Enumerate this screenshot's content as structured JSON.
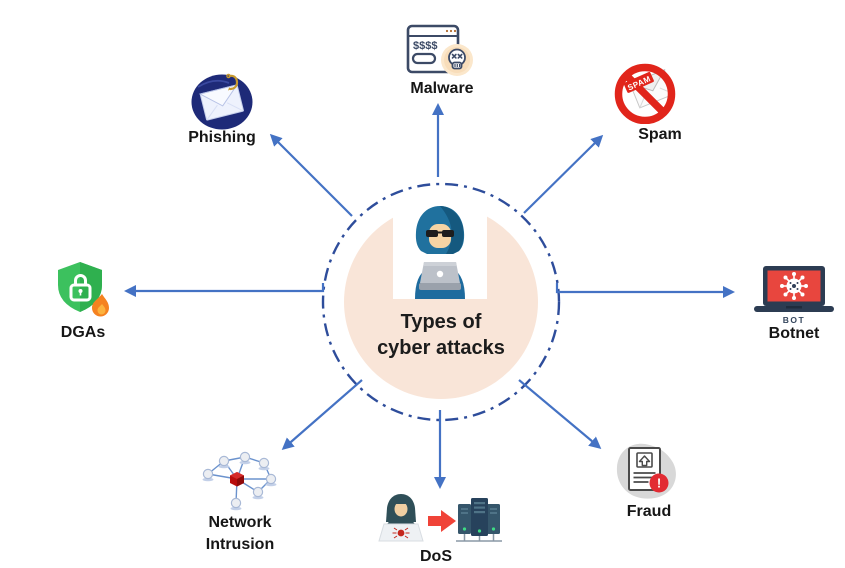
{
  "center": {
    "line1": "Types of",
    "line2": "cyber attacks",
    "icon": "hacker-hoodie-laptop-icon"
  },
  "nodes": {
    "malware": {
      "label": "Malware",
      "dollars": "$$$$",
      "icon": "browser-dollars-skull-icon"
    },
    "spam": {
      "label": "Spam",
      "stamp": "SPAM",
      "icon": "no-spam-envelope-icon"
    },
    "phishing": {
      "label": "Phishing",
      "icon": "envelope-fishhook-icon"
    },
    "dgas": {
      "label": "DGAs",
      "icon": "shield-lock-flame-icon"
    },
    "botnet": {
      "label": "Botnet",
      "caption": "BOT",
      "icon": "laptop-virus-icon"
    },
    "fraud": {
      "label": "Fraud",
      "alert_mark": "!",
      "icon": "document-alert-icon"
    },
    "dos": {
      "label": "DoS",
      "icon": "hacker-attack-server-icon"
    },
    "network_intrusion": {
      "label_line1": "Network",
      "label_line2": "Intrusion",
      "icon": "network-graph-red-node-icon"
    }
  },
  "palette": {
    "arrow_blue": "#4472c4",
    "dash_circle_navy": "#2e4d9b",
    "center_circle_fill": "#f9e5d8",
    "label_text": "#161616",
    "spam_red": "#e1251b",
    "shield_green": "#3cc15e",
    "botnet_screen_red": "#e8463e",
    "fraud_badge_red": "#e22b33",
    "dos_arrow_red": "#f04338"
  }
}
